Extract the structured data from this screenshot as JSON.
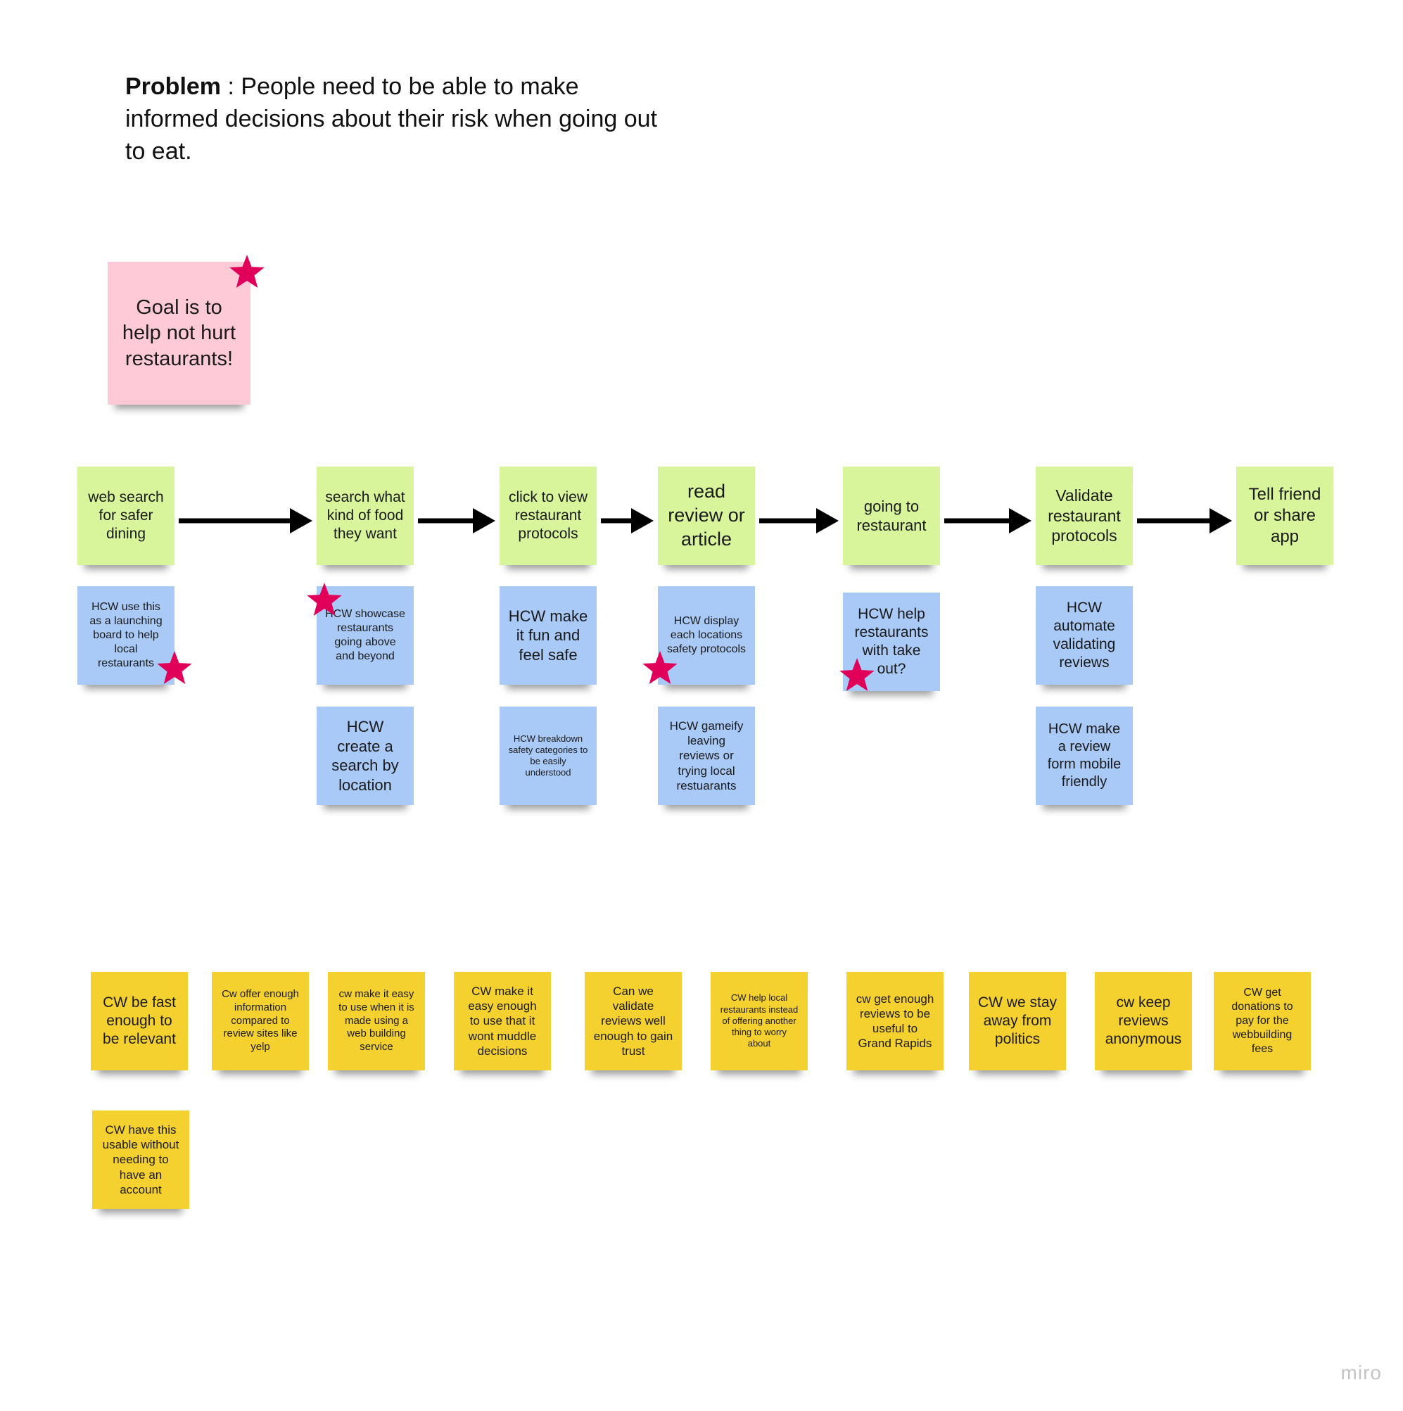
{
  "problem": {
    "label": "Problem",
    "separator": " :  ",
    "text": "People need to be able to make informed decisions about their risk when going out to eat."
  },
  "goal": {
    "text": "Goal is to help not hurt restaurants!",
    "starred": true
  },
  "journey": [
    {
      "step": "web search for safer dining",
      "ideas": [
        {
          "text": "HCW use this as a launching board to help local restaurants",
          "starred": true
        }
      ]
    },
    {
      "step": "search what kind of food they want",
      "ideas": [
        {
          "text": "HCW showcase restaurants going above and beyond",
          "starred": true
        },
        {
          "text": "HCW create a search by location",
          "starred": false
        }
      ]
    },
    {
      "step": "click to view restaurant protocols",
      "ideas": [
        {
          "text": "HCW make it fun and feel safe",
          "starred": false
        },
        {
          "text": "HCW breakdown safety categories to be easily understood",
          "starred": false
        }
      ]
    },
    {
      "step": "read review or article",
      "ideas": [
        {
          "text": "HCW display each locations safety protocols",
          "starred": true
        },
        {
          "text": "HCW gameify leaving reviews  or trying local restuarants",
          "starred": false
        }
      ]
    },
    {
      "step": "going to restaurant",
      "ideas": [
        {
          "text": "HCW help restaurants with take out?",
          "starred": true
        }
      ]
    },
    {
      "step": "Validate restaurant protocols",
      "ideas": [
        {
          "text": "HCW automate validating reviews",
          "starred": false
        },
        {
          "text": "HCW make a review form mobile friendly",
          "starred": false
        }
      ]
    },
    {
      "step": "Tell friend or share app",
      "ideas": []
    }
  ],
  "constraints": [
    "CW be fast enough to be relevant",
    "Cw offer enough information compared to review sites  like yelp",
    "cw make it easy to use when it is made using a web building service",
    "CW make it easy enough to use that it wont muddle decisions",
    "Can we validate reviews well enough to gain trust",
    "CW help local restaurants instead of offering another thing to worry about",
    "cw get enough reviews to be useful to Grand Rapids",
    "CW we stay away from politics",
    "cw keep reviews anonymous",
    "CW get donations to pay for the webbuilding fees",
    "CW have this usable without needing to have an account"
  ],
  "colors": {
    "step_note": "#d9f59b",
    "idea_note": "#a9c9f6",
    "constraint_note": "#f5d130",
    "goal_note": "#ffcad7",
    "star": "#e0005a",
    "arrow": "#000000"
  },
  "watermark": "miro"
}
